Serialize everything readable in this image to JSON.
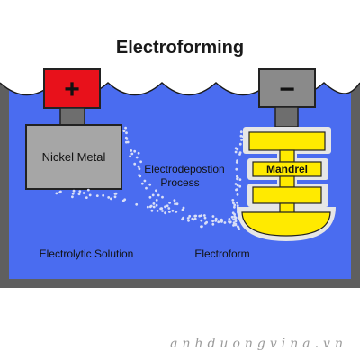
{
  "title": "Electroforming",
  "labels": {
    "anode_sign": "+",
    "cathode_sign": "−",
    "anode_label": "Nickel Metal",
    "process_label_line1": "Electrodepostion",
    "process_label_line2": "Process",
    "mandrel_label": "Mandrel",
    "solution_label": "Electrolytic Solution",
    "electroform_label": "Electroform"
  },
  "watermark": "anhduongvina.vn",
  "colors": {
    "solution": "#4a6cf0",
    "tank_frame": "#5f5f5f",
    "anode_terminal": "#e8111b",
    "cathode_terminal": "#8a8a8a",
    "nickel_metal": "#a6a6a6",
    "mandrel": "#ffea00",
    "electroform_coating": "#e6e6e6",
    "particles": "#d9dff7"
  },
  "icons": {
    "anode_sign": "plus-icon",
    "cathode_sign": "minus-icon"
  }
}
